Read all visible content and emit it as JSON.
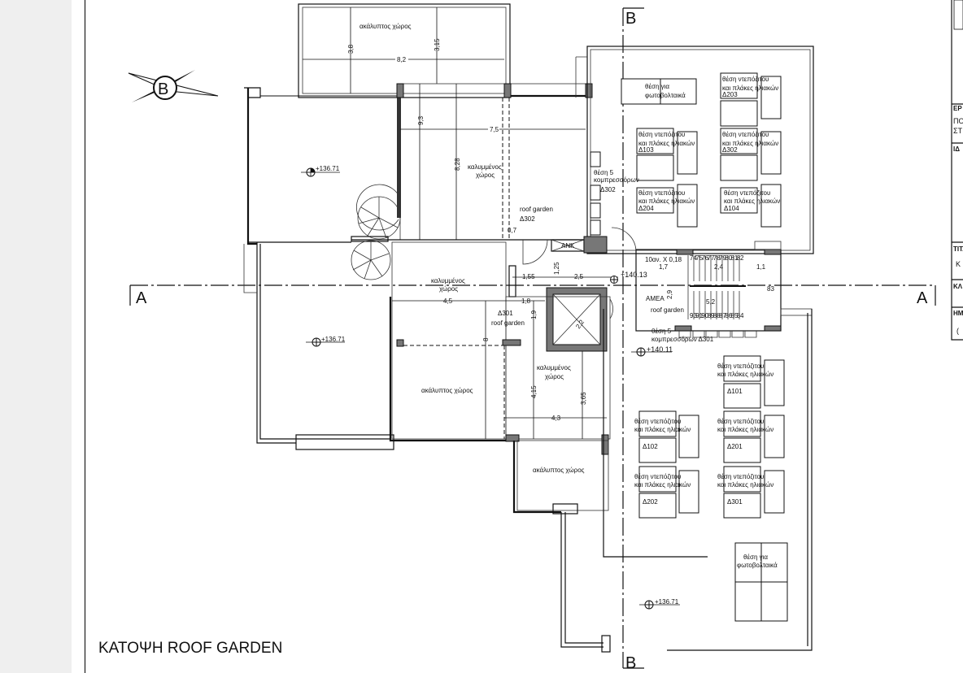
{
  "drawing": {
    "title": "ΚΑΤΟΨΗ ROOF GARDEN",
    "north_mark": "B",
    "section_a_left": "A",
    "section_a_right": "A",
    "section_b_top": "B",
    "section_b_bottom": "B"
  },
  "areas": {
    "uncovered_top": "ακάλυπτος χώρος",
    "covered_top_1": "καλυμμένος",
    "covered_top_2": "χώρος",
    "roof_garden_302": "roof garden",
    "d302": "Δ302",
    "covered_mid_1": "καλυμμένος",
    "covered_mid_2": "χώρος",
    "d301": "Δ301",
    "roof_garden_301": "roof garden",
    "uncovered_mid": "ακάλυπτος χώρος",
    "covered_low_1": "καλυμμένος",
    "covered_low_2": "χώρος",
    "uncovered_bottom": "ακάλυπτος χώρος",
    "lift": "ΑΝΚ",
    "amea": "ΑΜΕΑ",
    "roof_garden_small": "roof garden",
    "stair_note": "10αν. Χ 0,18"
  },
  "levels": {
    "left_top": "+136.71",
    "left_mid": "+136.71",
    "center": "+140.13",
    "right": "+140.11",
    "bottom": "+136.71"
  },
  "dimensions": {
    "d3_8": "3,8",
    "d8_2": "8,2",
    "d3_15": "3,15",
    "d9_3": "9,3",
    "d7_5": "7,5",
    "d8_28": "8,28",
    "d0_7": "0,7",
    "d1_55": "1,55",
    "d1_25": "1,25",
    "d2_5": "2,5",
    "d1_8": "1,8",
    "d4_5": "4,5",
    "d1_9": "1,9",
    "d8": "8",
    "d4_15": "4,15",
    "d3_65": "3,65",
    "d4_3": "4,3",
    "d2_2": "2,2",
    "d1_7": "1,7",
    "d2_4": "2,4",
    "d1_1": "1,1",
    "d2_9": "2,9",
    "d5_2": "5,2"
  },
  "stair_steps_top": [
    "74",
    "75",
    "76",
    "77",
    "78",
    "79",
    "80",
    "81",
    "82"
  ],
  "stair_steps_bottom": [
    "93",
    "91",
    "90",
    "89",
    "88",
    "87",
    "86",
    "85",
    "84"
  ],
  "stair_step_side": "83",
  "equipment": {
    "pv_top_1": "θέση για",
    "pv_top_2": "φωτοβολταικά",
    "heater_1": "θέση ντεπόζιτου",
    "heater_2": "και πλάκες ηλιακών",
    "heater_alt_1": "θέση ντεπόζιτου",
    "units_top": [
      "Δ203",
      "Δ103",
      "Δ302",
      "Δ204",
      "Δ104"
    ],
    "units_bottom": [
      "Δ101",
      "Δ102",
      "Δ201",
      "Δ202",
      "Δ301"
    ],
    "compressors_302_1": "θέση 5",
    "compressors_302_2": "κομπρεσσόρων",
    "compressors_302_3": "Δ302",
    "compressors_301_1": "θέση 5",
    "compressors_301_2": "κομπρεσσόρων Δ301",
    "pv_bottom_1": "θέση για",
    "pv_bottom_2": "φωτοβολταικά"
  },
  "title_block": {
    "row1": "ΕΡ",
    "row2a": "ΠΟ",
    "row2b": "ΣΤ",
    "row3": "ΙΔ",
    "row4": "ΤΙΤΛ",
    "row4v": "Κ",
    "row5": "ΚΛ",
    "row6": "ΗΜ",
    "row6v": "("
  }
}
